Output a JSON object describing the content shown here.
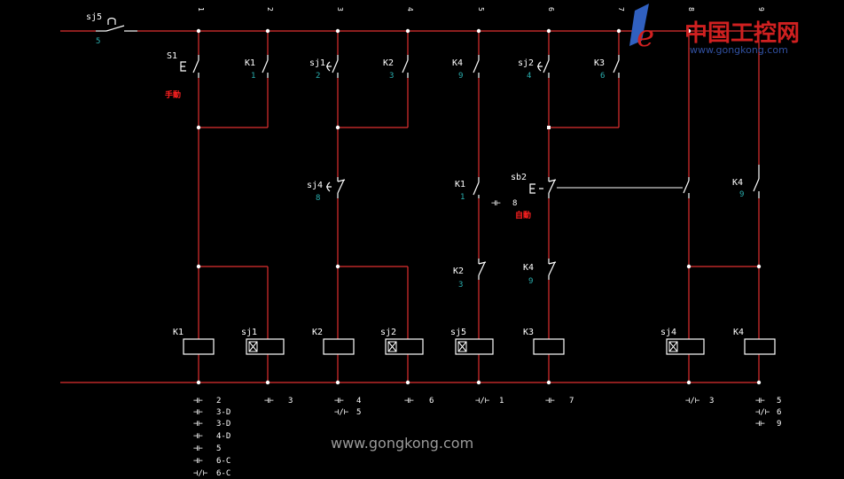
{
  "column_numbers": [
    "1",
    "2",
    "3",
    "4",
    "5",
    "6",
    "7",
    "8",
    "9"
  ],
  "top_switch": {
    "label": "sj5",
    "number": "5"
  },
  "contacts": [
    {
      "id": "s1",
      "label": "S1",
      "number": ""
    },
    {
      "id": "k1a",
      "label": "K1",
      "number": "1"
    },
    {
      "id": "sj1",
      "label": "sj1",
      "number": "2"
    },
    {
      "id": "k2a",
      "label": "K2",
      "number": "3"
    },
    {
      "id": "k4a",
      "label": "K4",
      "number": "9"
    },
    {
      "id": "sj2",
      "label": "sj2",
      "number": "4"
    },
    {
      "id": "k3a",
      "label": "K3",
      "number": "6"
    },
    {
      "id": "sj4",
      "label": "sj4",
      "number": "8"
    },
    {
      "id": "k1b",
      "label": "K1",
      "number": "1"
    },
    {
      "id": "sb2",
      "label": "sb2",
      "number": ""
    },
    {
      "id": "k4b",
      "label": "K4",
      "number": "9"
    },
    {
      "id": "k2b",
      "label": "K2",
      "number": "3"
    },
    {
      "id": "k4c",
      "label": "K4",
      "number": "9"
    }
  ],
  "red_notes": {
    "left": "手動",
    "mid": "自動"
  },
  "interlock_contact": {
    "number": "8"
  },
  "coils": [
    {
      "label": "K1",
      "type": "relay"
    },
    {
      "label": "sj1",
      "type": "timer"
    },
    {
      "label": "K2",
      "type": "relay"
    },
    {
      "label": "sj2",
      "type": "timer"
    },
    {
      "label": "sj5",
      "type": "timer"
    },
    {
      "label": "K3",
      "type": "relay"
    },
    {
      "label": "sj4",
      "type": "timer"
    },
    {
      "label": "K4",
      "type": "relay"
    }
  ],
  "xrefs": [
    {
      "col": "1",
      "entries": [
        {
          "sym": "⊣⊢",
          "val": "2"
        },
        {
          "sym": "⊣⊢",
          "val": "3-D"
        },
        {
          "sym": "⊣⊢",
          "val": "3-D"
        },
        {
          "sym": "⊣⊢",
          "val": "4-D"
        },
        {
          "sym": "⊣⊢",
          "val": "5"
        },
        {
          "sym": "⊣⊢",
          "val": "6-C"
        },
        {
          "sym": "⊣/⊢",
          "val": "6-C"
        }
      ]
    },
    {
      "col": "2",
      "entries": [
        {
          "sym": "⊣⊢",
          "val": "3"
        }
      ]
    },
    {
      "col": "3",
      "entries": [
        {
          "sym": "⊣⊢",
          "val": "4"
        },
        {
          "sym": "⊣/⊢",
          "val": "5"
        }
      ]
    },
    {
      "col": "4",
      "entries": [
        {
          "sym": "⊣⊢",
          "val": "6"
        }
      ]
    },
    {
      "col": "5",
      "entries": [
        {
          "sym": "⊣/⊢",
          "val": "1"
        }
      ]
    },
    {
      "col": "6",
      "entries": [
        {
          "sym": "⊣⊢",
          "val": "7"
        }
      ]
    },
    {
      "col": "8",
      "entries": [
        {
          "sym": "⊣/⊢",
          "val": "3"
        }
      ]
    },
    {
      "col": "9",
      "entries": [
        {
          "sym": "⊣⊢",
          "val": "5"
        },
        {
          "sym": "⊣/⊢",
          "val": "6"
        },
        {
          "sym": "⊣⊢",
          "val": "9"
        }
      ]
    }
  ],
  "logo": {
    "cn": "中国工控网",
    "url": "www.gongkong.com"
  },
  "watermark": "www.gongkong.com",
  "colors": {
    "wire": "#e03030",
    "symbol": "#ffffff",
    "number": "#2ab0b0",
    "note": "#ff2020",
    "background": "#000000"
  }
}
